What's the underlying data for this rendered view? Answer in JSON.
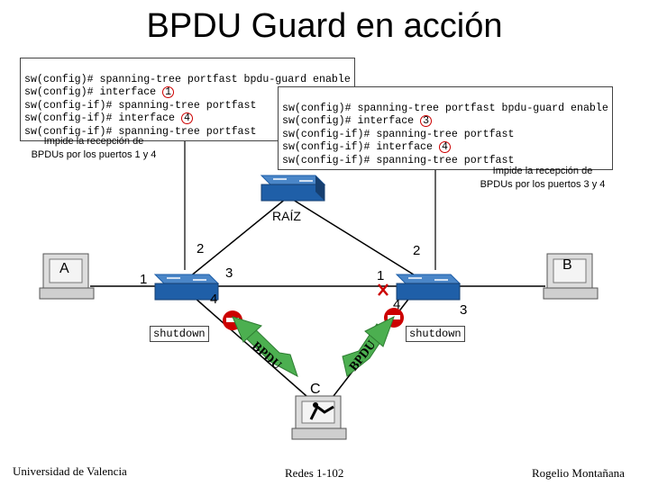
{
  "title": "BPDU Guard en acción",
  "left_cli": {
    "lines": [
      "sw(config)# spanning-tree portfast bpdu-guard enable",
      "sw(config)# interface ",
      "sw(config-if)# spanning-tree portfast",
      "sw(config-if)# interface ",
      "sw(config-if)# spanning-tree portfast"
    ],
    "iface_a": "1",
    "iface_b": "4"
  },
  "right_cli": {
    "lines": [
      "sw(config)# spanning-tree portfast bpdu-guard enable",
      "sw(config)# interface ",
      "sw(config-if)# spanning-tree portfast",
      "sw(config-if)# interface ",
      "sw(config-if)# spanning-tree portfast"
    ],
    "iface_a": "3",
    "iface_b": "4"
  },
  "left_note": [
    "Impide la recepción de",
    "BPDUs por los puertos 1 y 4"
  ],
  "right_note": [
    "Impide la recepción de",
    "BPDUs por los puertos 3 y 4"
  ],
  "root_label": "RAÍZ",
  "hosts": {
    "a": "A",
    "b": "B",
    "c": "C"
  },
  "ports": {
    "left_up": "2",
    "left_host": "1",
    "left_right": "3",
    "left_down": "4",
    "right_up": "2",
    "right_left": "1",
    "right_host": "3",
    "right_down": "4"
  },
  "shutdown_left": "shutdown",
  "shutdown_right": "shutdown",
  "bpdu_left": "BPDU",
  "bpdu_right": "BPDU",
  "footer": {
    "left": "Universidad de Valencia",
    "center": "Redes 1-102",
    "right": "Rogelio Montañana"
  },
  "colors": {
    "switch": "#1f5fa8",
    "bpdu_arrow": "#4caf50",
    "alert": "#cc0000"
  }
}
